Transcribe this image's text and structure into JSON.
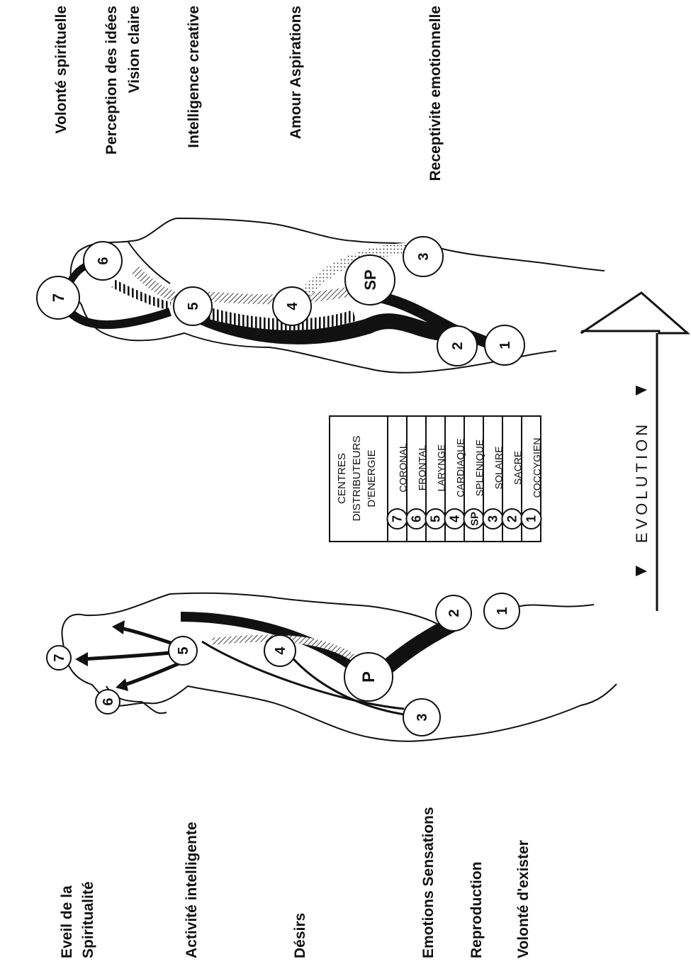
{
  "table": {
    "header": [
      "CENTRES",
      "DISTRIBUTEURS",
      "D'ENERGIE"
    ],
    "rows": [
      {
        "badge": "7",
        "name": "CORONAL"
      },
      {
        "badge": "6",
        "name": "FRONTAL"
      },
      {
        "badge": "5",
        "name": "LARYNGE"
      },
      {
        "badge": "4",
        "name": "CARDIAQUE"
      },
      {
        "badge": "SP",
        "name": "SPLENIQUE"
      },
      {
        "badge": "3",
        "name": "SOLAIRE"
      },
      {
        "badge": "2",
        "name": "SACRE"
      },
      {
        "badge": "1",
        "name": "COCCYGIEN"
      }
    ]
  },
  "left_labels": {
    "l1a": "Eveil de la",
    "l1b": "Spiritualité",
    "l2": "Activité intelligente",
    "l3": "Désirs",
    "l4": "Emotions Sensations",
    "l5": "Reproduction",
    "l6": "Volonté d'exister"
  },
  "right_labels": {
    "r1": "Volonté spirituelle",
    "r2a": "Perception des idées",
    "r2b": "Vision claire",
    "r3": "Intelligence creative",
    "r4": "Amour Aspirations",
    "r5": "Receptivite emotionnelle"
  },
  "evolution": "EVOLUTION",
  "figure_left": {
    "c7": "7",
    "c6": "6",
    "c5": "5",
    "c4": "4",
    "cp": "P",
    "c3": "3",
    "c2": "2",
    "c1": "1"
  },
  "figure_right": {
    "c7": "7",
    "c6": "6",
    "c5": "5",
    "c4": "4",
    "csp": "SP",
    "c3": "3",
    "c2": "2",
    "c1": "1"
  }
}
